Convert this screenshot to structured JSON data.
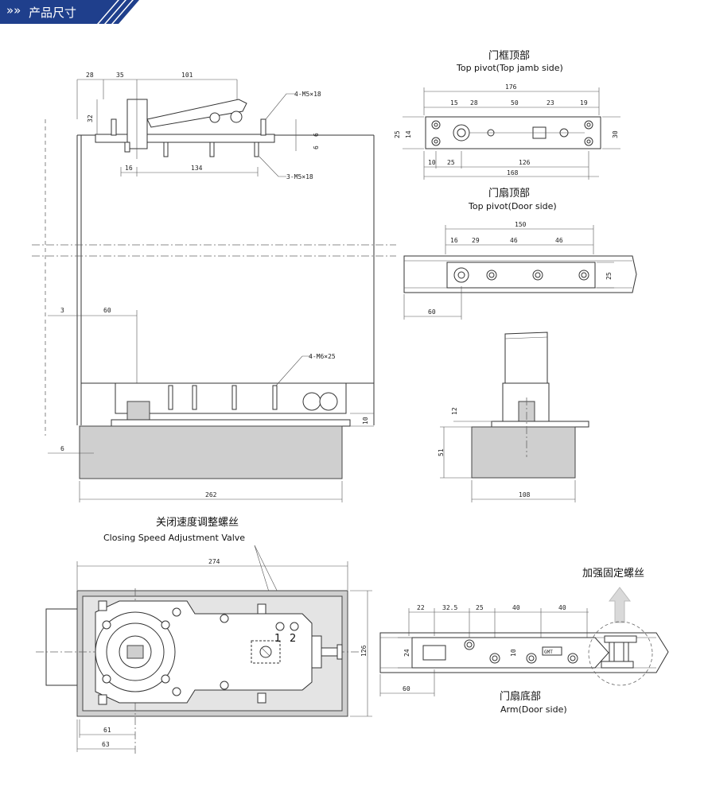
{
  "header": {
    "title": "产品尺寸",
    "chevrons": "»»"
  },
  "colors": {
    "header_bg": "#1f3f8c",
    "housing": "#cfcfcf"
  },
  "side_view": {
    "top_dims": [
      "28",
      "35",
      "101"
    ],
    "left_dim": "32",
    "screw_upper": "4-M5×18",
    "screw_lower": "3-M5×18",
    "right_dim": "6",
    "bottom_dims": [
      "16",
      "134"
    ],
    "offset_dim": "3",
    "door_offset": "60",
    "screw_m6": "4-M6×25",
    "gap_dim": "10",
    "base_dim": "6",
    "length": "262"
  },
  "top_jamb": {
    "title_cn": "门框顶部",
    "title_en": "Top pivot(Top jamb side)",
    "overall": "176",
    "top_dims": [
      "15",
      "28",
      "50",
      "23",
      "19"
    ],
    "left_dims": [
      "25",
      "14"
    ],
    "right_dim": "30",
    "bottom_dims": [
      "10",
      "25",
      "126"
    ],
    "bottom_total": "168"
  },
  "top_door": {
    "title_cn": "门扇顶部",
    "title_en": "Top pivot(Door side)",
    "overall": "150",
    "dims": [
      "16",
      "29",
      "46",
      "46"
    ],
    "side_dim": "25",
    "offset": "60"
  },
  "end_view": {
    "dim_top": "12",
    "height": "51",
    "width": "108"
  },
  "valve": {
    "title_cn": "关闭速度调整螺丝",
    "title_en": "Closing Speed Adjustment Valve",
    "labels": [
      "1",
      "2"
    ]
  },
  "plan_view": {
    "length": "274",
    "width": "126",
    "dim_a": "61",
    "dim_b": "63"
  },
  "reinforce": {
    "label_cn": "加强固定螺丝"
  },
  "arm": {
    "title_cn": "门扇底部",
    "title_en": "Arm(Door side)",
    "dims": [
      "22",
      "32.5",
      "25",
      "40",
      "40"
    ],
    "side_dim": "24",
    "small_dim": "10",
    "offset": "60",
    "part_mark": "GMT"
  }
}
